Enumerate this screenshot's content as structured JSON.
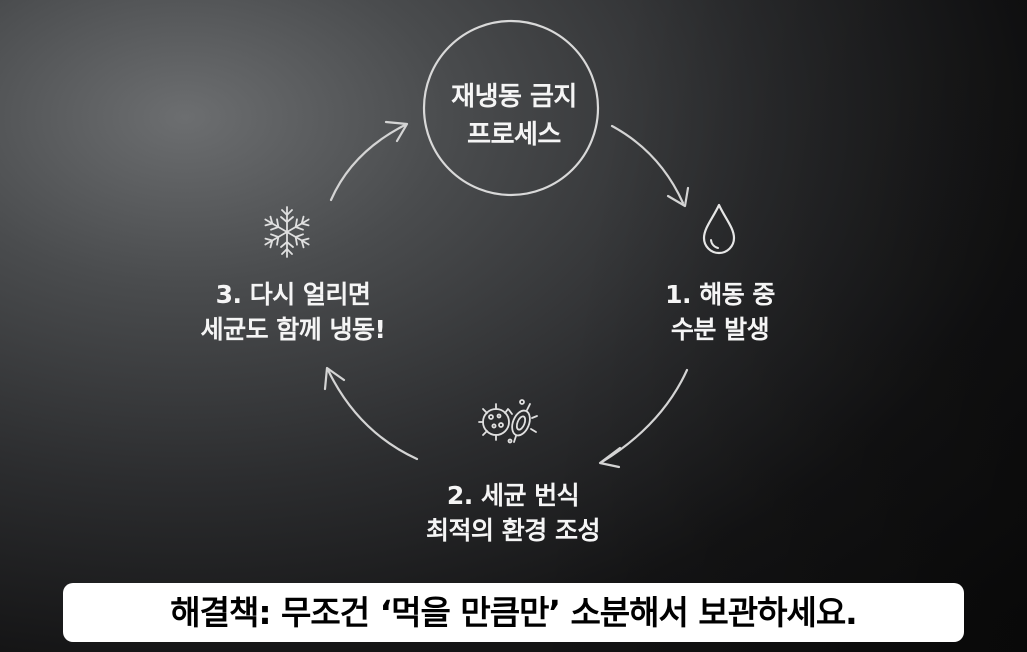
{
  "center": {
    "line1": "재냉동 금지",
    "line2": "프로세스"
  },
  "steps": [
    {
      "line1": "1. 해동 중",
      "line2": "수분 발생",
      "icon": "water-drop-icon"
    },
    {
      "line1": "2. 세균 번식",
      "line2": "최적의 환경 조성",
      "icon": "bacteria-icon"
    },
    {
      "line1": "3. 다시 얼리면",
      "line2": "세균도 함께 냉동!",
      "icon": "snowflake-icon"
    }
  ],
  "caption": {
    "text": "해결책: 무조건 ‘먹을 만큼만’ 소분해서 보관하세요."
  },
  "colors": {
    "text": "#f5f5f5",
    "lines": "#d9d9d9",
    "caption_bg": "#ffffff",
    "caption_text": "#000000"
  }
}
